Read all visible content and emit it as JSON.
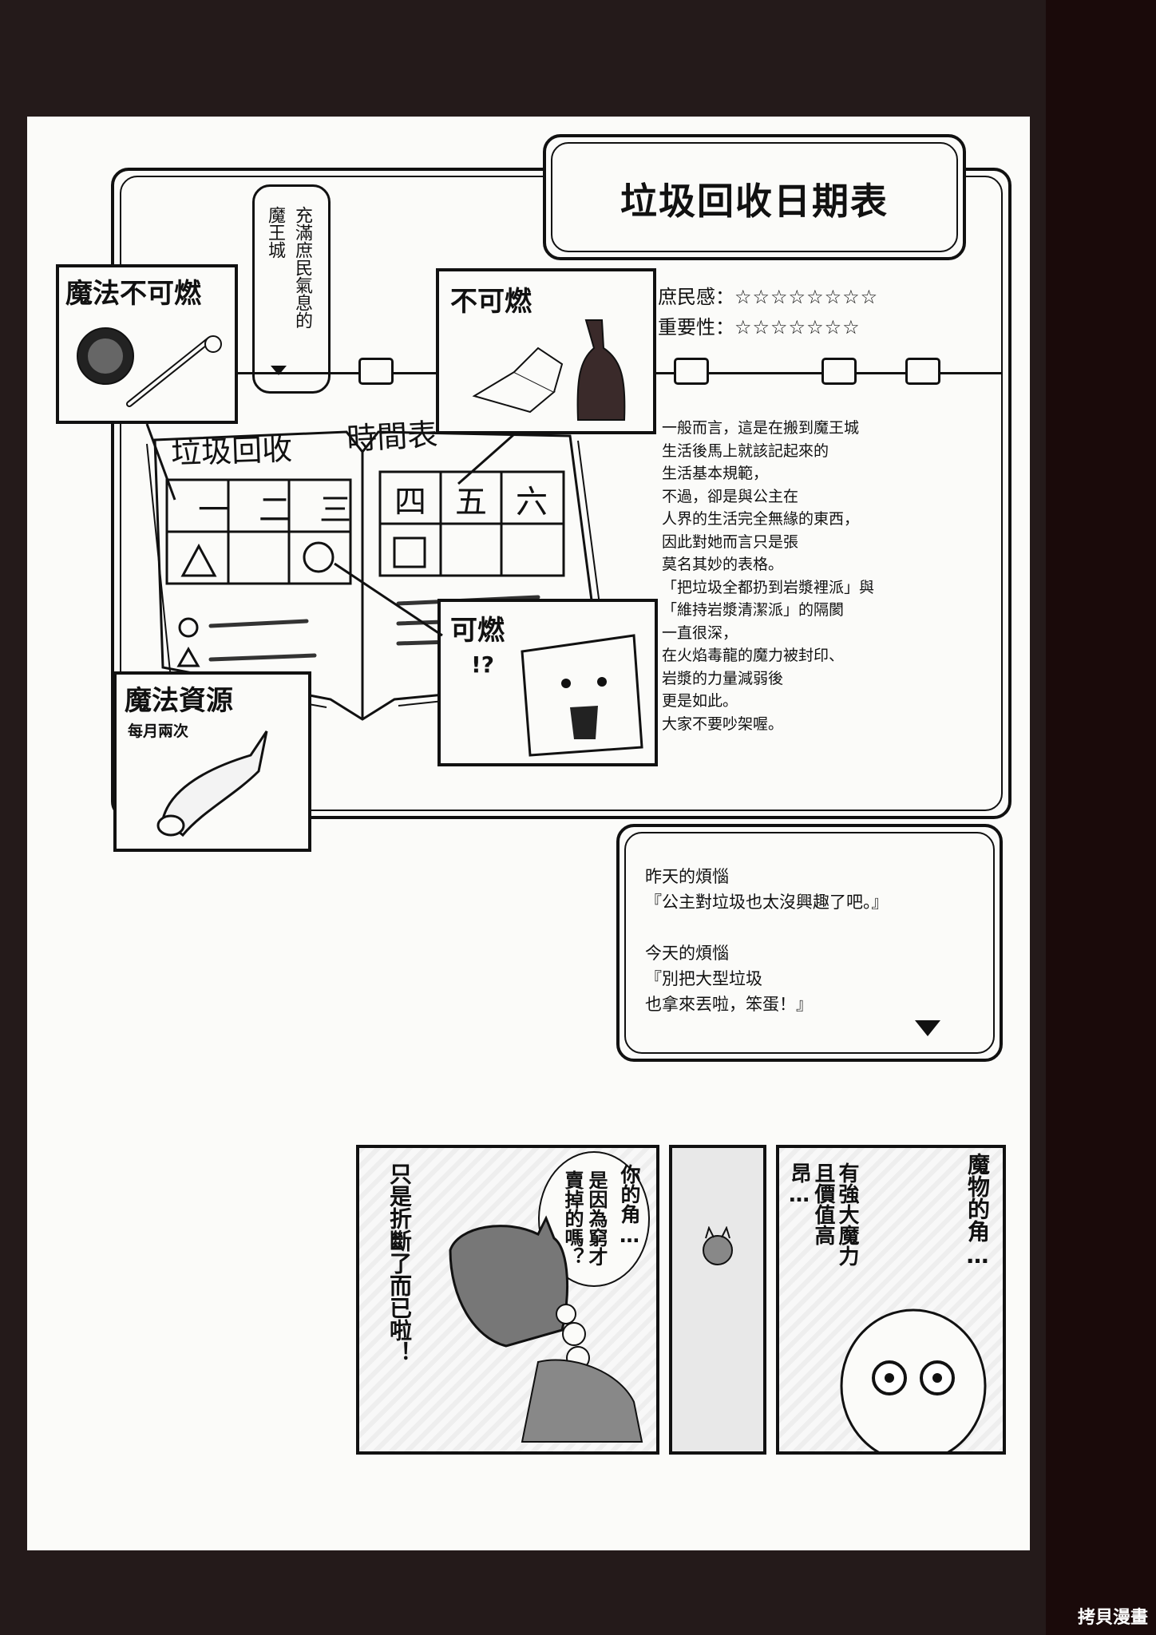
{
  "schedule": {
    "title": "垃圾回收日期表",
    "tag_vertical": "充滿庶民氣息的魔王城",
    "rating_rows": [
      {
        "label": "庶民感：",
        "stars": "☆☆☆☆☆☆☆☆"
      },
      {
        "label": "重要性：",
        "stars": "☆☆☆☆☆☆☆"
      }
    ],
    "description": "一般而言，這是在搬到魔王城\n生活後馬上就該記起來的\n生活基本規範，\n不過，卻是與公主在\n人界的生活完全無緣的東西，\n因此對她而言只是張\n莫名其妙的表格。\n「把垃圾全都扔到岩漿裡派」與\n「維持岩漿清潔派」的隔閡\n一直很深，\n在火焰毒龍的魔力被封印、\n岩漿的力量減弱後\n更是如此。\n大家不要吵架喔。",
    "book": {
      "left_heading": "垃圾回收",
      "right_heading": "時間表",
      "left_days": [
        "一",
        "二",
        "三"
      ],
      "right_days": [
        "四",
        "五",
        "六"
      ]
    },
    "callouts": {
      "magic_nonburnable": "魔法不可燃",
      "nonburnable": "不可燃",
      "burnable": "可燃",
      "burnable_exclaim": "!?",
      "magic_resource": "魔法資源",
      "magic_resource_sub": "每月兩次"
    }
  },
  "worries": {
    "yesterday_title": "昨天的煩惱",
    "yesterday_text": "『公主對垃圾也太沒興趣了吧。』",
    "today_title": "今天的煩惱",
    "today_text_1": "『別把大型垃圾",
    "today_text_2": "也拿來丟啦，笨蛋！』"
  },
  "comic": {
    "panel_right_bubble_1": "魔物的角…",
    "panel_right_bubble_2": "有強大魔力且價值高昂…",
    "panel_left_bubble_1": "你的角…",
    "panel_left_bubble_2": "是因為窮才賣掉的嗎？",
    "panel_left_bubble_3": "只是折斷了而已啦！"
  },
  "watermark": "拷貝漫畫"
}
